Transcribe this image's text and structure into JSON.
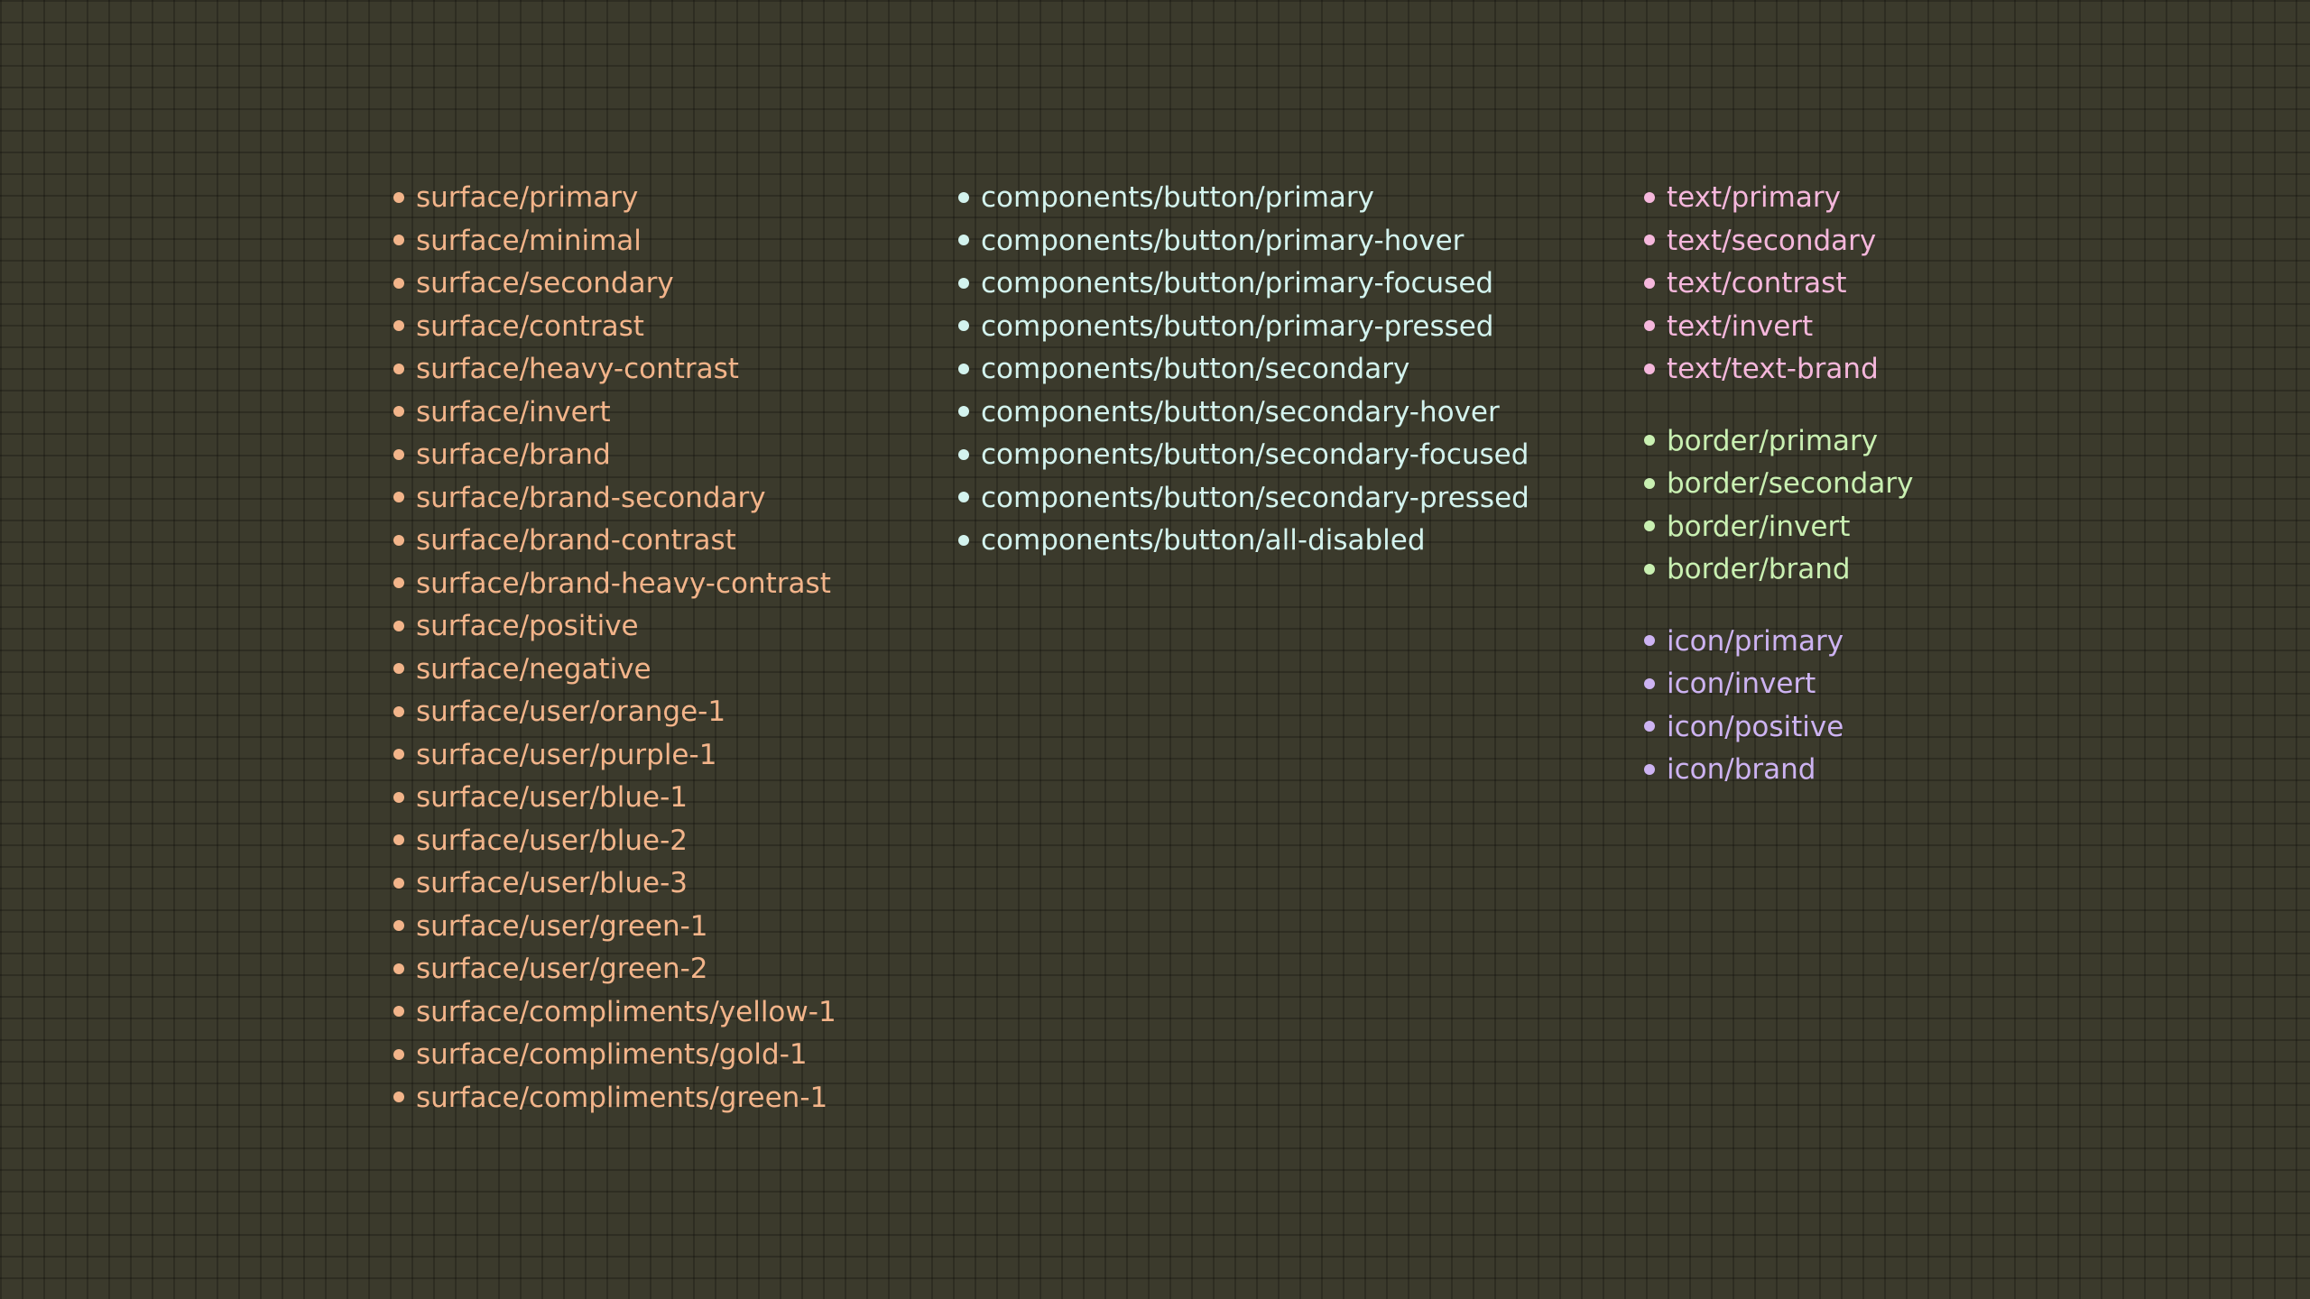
{
  "colors": {
    "background": "#3b3a2c",
    "surface": "#f2b48a",
    "components": "#d3f3ee",
    "text": "#f5b7dc",
    "border": "#c9f0b2",
    "icon": "#cdb3f2"
  },
  "bullet": "•",
  "columns": {
    "surface": {
      "items": [
        {
          "label": "surface/primary"
        },
        {
          "label": "surface/minimal"
        },
        {
          "label": "surface/secondary"
        },
        {
          "label": "surface/contrast"
        },
        {
          "label": "surface/heavy-contrast"
        },
        {
          "label": "surface/invert"
        },
        {
          "label": "surface/brand"
        },
        {
          "label": "surface/brand-secondary"
        },
        {
          "label": "surface/brand-contrast"
        },
        {
          "label": "surface/brand-heavy-contrast"
        },
        {
          "label": "surface/positive"
        },
        {
          "label": "surface/negative"
        },
        {
          "label": "surface/user/orange-1"
        },
        {
          "label": "surface/user/purple-1"
        },
        {
          "label": "surface/user/blue-1"
        },
        {
          "label": "surface/user/blue-2"
        },
        {
          "label": "surface/user/blue-3"
        },
        {
          "label": "surface/user/green-1"
        },
        {
          "label": "surface/user/green-2"
        },
        {
          "label": "surface/compliments/yellow-1"
        },
        {
          "label": "surface/compliments/gold-1"
        },
        {
          "label": "surface/compliments/green-1"
        }
      ]
    },
    "components": {
      "items": [
        {
          "label": "components/button/primary"
        },
        {
          "label": "components/button/primary-hover"
        },
        {
          "label": "components/button/primary-focused"
        },
        {
          "label": "components/button/primary-pressed"
        },
        {
          "label": "components/button/secondary"
        },
        {
          "label": "components/button/secondary-hover"
        },
        {
          "label": "components/button/secondary-focused"
        },
        {
          "label": "components/button/secondary-pressed"
        },
        {
          "label": "components/button/all-disabled"
        }
      ]
    },
    "tokens": {
      "groups": [
        {
          "name": "text",
          "items": [
            {
              "label": "text/primary"
            },
            {
              "label": "text/secondary"
            },
            {
              "label": "text/contrast"
            },
            {
              "label": "text/invert"
            },
            {
              "label": "text/text-brand"
            }
          ]
        },
        {
          "name": "border",
          "items": [
            {
              "label": "border/primary"
            },
            {
              "label": "border/secondary"
            },
            {
              "label": "border/invert"
            },
            {
              "label": "border/brand"
            }
          ]
        },
        {
          "name": "icon",
          "items": [
            {
              "label": "icon/primary"
            },
            {
              "label": "icon/invert"
            },
            {
              "label": "icon/positive"
            },
            {
              "label": "icon/brand"
            }
          ]
        }
      ]
    }
  }
}
